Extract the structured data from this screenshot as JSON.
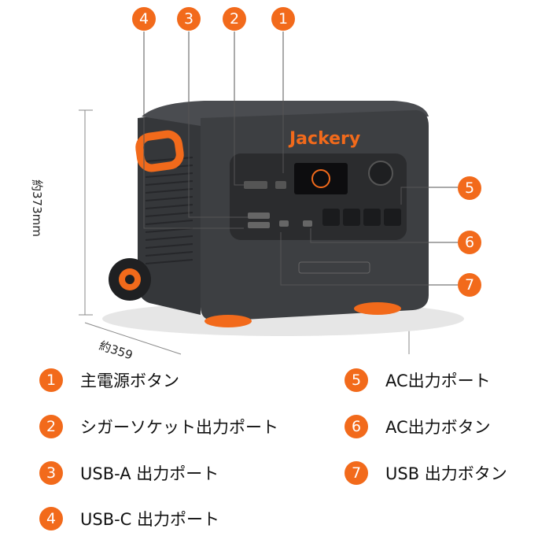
{
  "brand": "Jackery",
  "dimensions": {
    "height": "約373mm",
    "depth": "約359"
  },
  "colors": {
    "accent": "#f26a1b",
    "body": "#3d3f42",
    "panel": "#2b2c2e"
  },
  "callouts": [
    "4",
    "3",
    "2",
    "1",
    "5",
    "6",
    "7"
  ],
  "legend": [
    {
      "num": "1",
      "label": "主電源ボタン"
    },
    {
      "num": "2",
      "label": "シガーソケット出力ポート"
    },
    {
      "num": "3",
      "label": "USB-A 出力ポート"
    },
    {
      "num": "4",
      "label": "USB-C 出力ポート"
    },
    {
      "num": "5",
      "label": "AC出力ポート"
    },
    {
      "num": "6",
      "label": "AC出力ボタン"
    },
    {
      "num": "7",
      "label": "USB 出力ボタン"
    }
  ]
}
